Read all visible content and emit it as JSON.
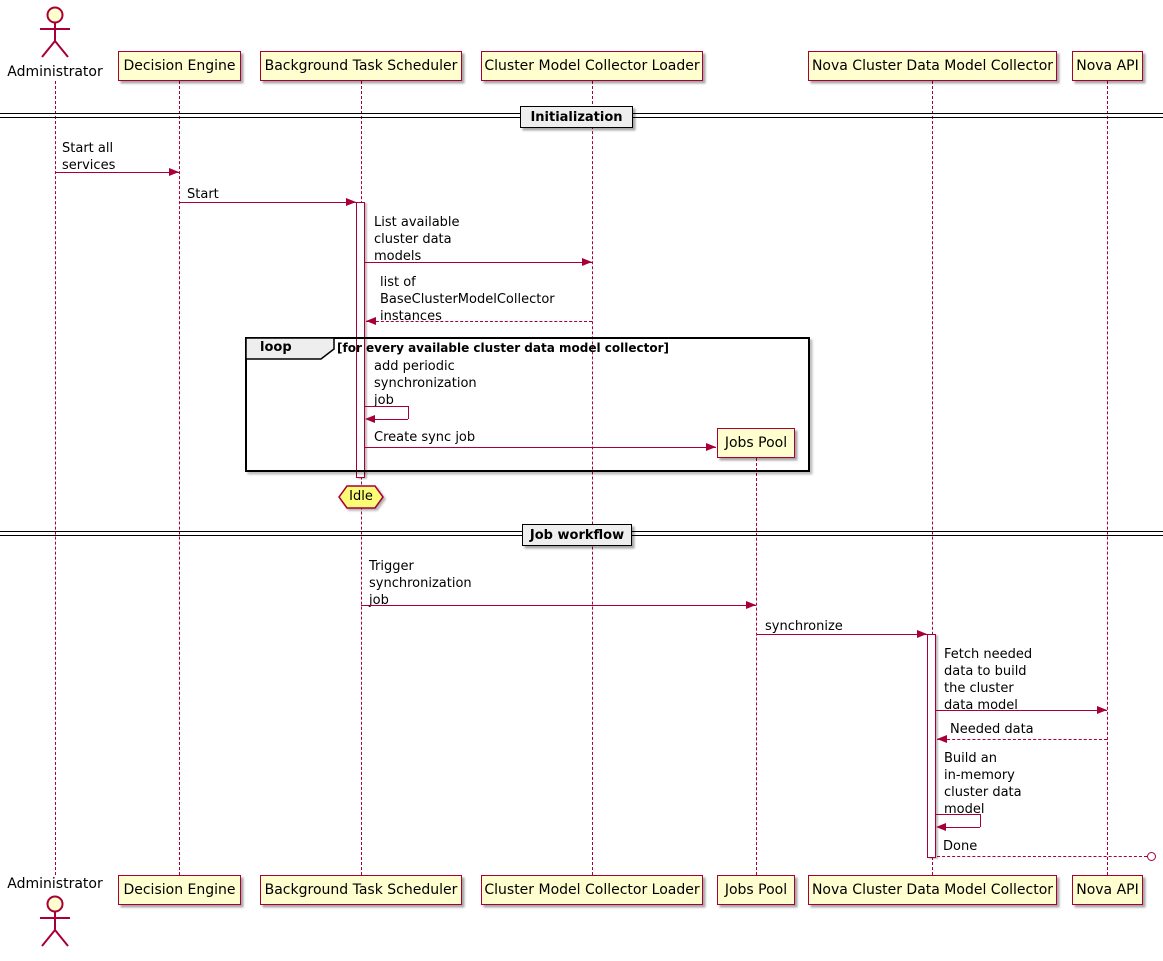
{
  "participants": {
    "administrator": "Administrator",
    "decision_engine": "Decision Engine",
    "background_task_scheduler": "Background Task Scheduler",
    "cluster_model_collector_loader": "Cluster Model Collector Loader",
    "jobs_pool": "Jobs Pool",
    "nova_cluster_data_model_collector": "Nova Cluster Data Model Collector",
    "nova_api": "Nova API"
  },
  "dividers": {
    "initialization": "Initialization",
    "job_workflow": "Job workflow"
  },
  "loop": {
    "keyword": "loop",
    "condition": "[for every available cluster data model collector]"
  },
  "state": {
    "idle": "Idle"
  },
  "messages": {
    "start_all": "Start all\nservices",
    "start": "Start",
    "list_models": "List available\ncluster data\nmodels",
    "list_instances": "list of\nBaseClusterModelCollector\ninstances",
    "add_job": "add periodic\nsynchronization\njob",
    "create_sync": "Create sync job",
    "trigger": "Trigger\nsynchronization\njob",
    "synchronize": "synchronize",
    "fetch": "Fetch needed\ndata to build\nthe cluster\ndata model",
    "needed_data": "Needed data",
    "build_model": "Build an\nin-memory\ncluster data\nmodel",
    "done": "Done"
  },
  "colors": {
    "accent": "#A80036",
    "participant_fill": "#FEFECE",
    "hexagon_fill": "#FBFB77",
    "divider_fill": "#EEEEEE"
  }
}
